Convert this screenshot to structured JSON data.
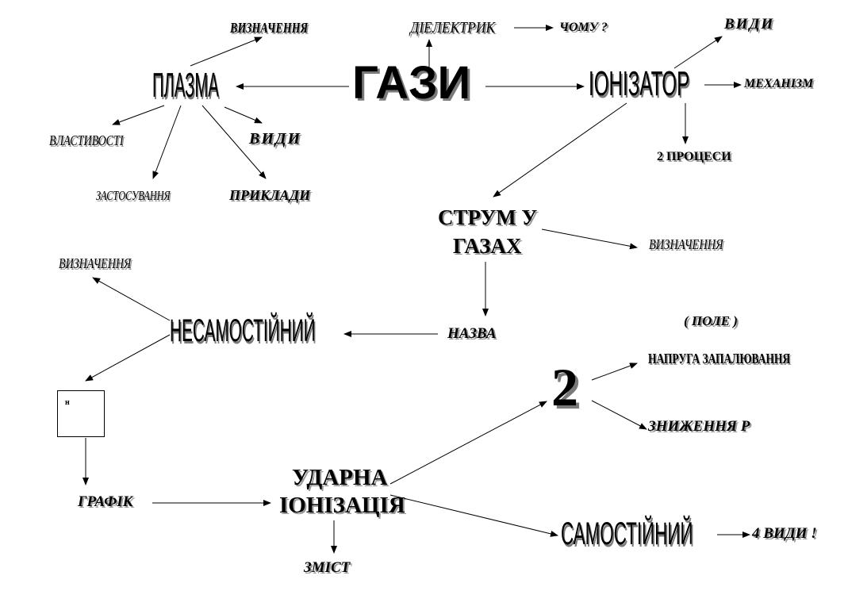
{
  "nodes": {
    "gazy": "ГАЗИ",
    "plazma": "ПЛАЗМА",
    "ionizator": "ІОНІЗАТОР",
    "dielektryk": "ДІЕЛЕКТРИК",
    "chomu": "ЧОМУ ?",
    "vydy_top": "ВИДИ",
    "mekhanizm": "МЕХАНІЗМ",
    "dva_protsesy": "2 ПРОЦЕСИ",
    "vyznachennia_plazma": "ВИЗНАЧЕННЯ",
    "vlastyvosti": "ВЛАСТИВОСТІ",
    "vydy_plazma": "ВИДИ",
    "zastosuvannia": "ЗАСТОСУВАННЯ",
    "pryklady": "ПРИКЛАДИ",
    "strum_line1": "СТРУМ У",
    "strum_line2": "ГАЗАХ",
    "vyznachennia_strum": "ВИЗНАЧЕННЯ",
    "nazva": "НАЗВА",
    "nesamostiinyi": "НЕСАМОСТІЙНИЙ",
    "vyznachennia_nesam": "ВИЗНАЧЕННЯ",
    "box_label": "н",
    "hrafik": "ГРАФІК",
    "udarna_line1": "УДАРНА",
    "udarna_line2": "ІОНІЗАЦІЯ",
    "zmist": "ЗМІСТ",
    "pole": "( ПОЛЕ )",
    "napruha": "НАПРУГА ЗАПАЛЮВАННЯ",
    "dva": "2",
    "znyzhennia": "ЗНИЖЕННЯ Р",
    "samostiinyi": "САМОСТІЙНИЙ",
    "chotyry_vydy": "4 ВИДИ !"
  }
}
